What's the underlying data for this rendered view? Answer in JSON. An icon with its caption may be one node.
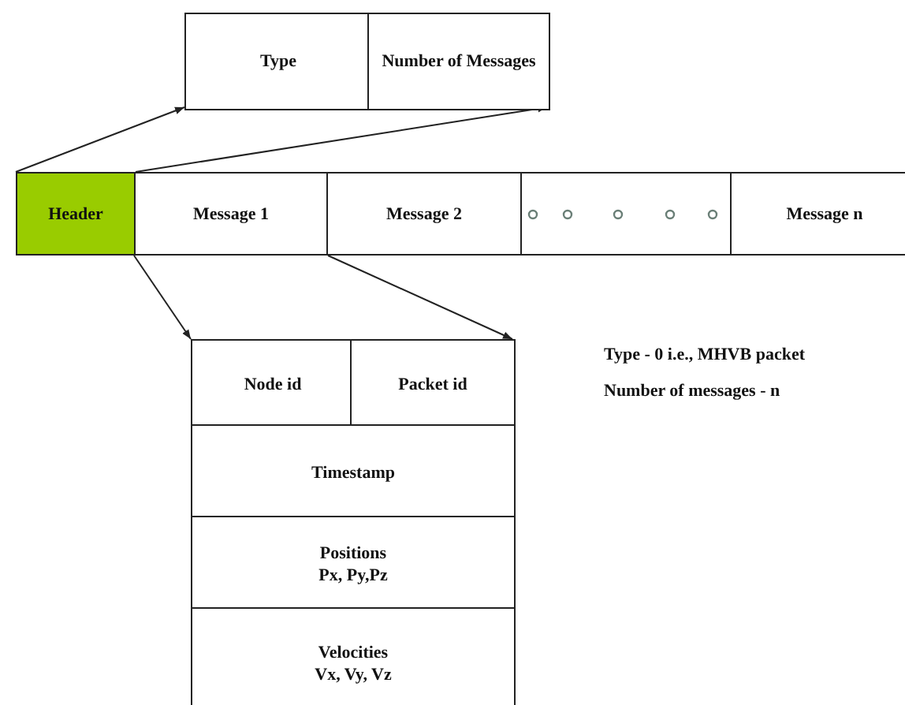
{
  "diagram": {
    "nodes": [
      {
        "text": [
          "Header"
        ]
      },
      {
        "text": [
          "Message 1"
        ]
      },
      {
        "text": [
          "Message 2"
        ]
      },
      {
        "text": [],
        "shape": "box"
      },
      {
        "text": [
          "Message n"
        ]
      },
      {
        "text": [],
        "shape": "box"
      },
      {
        "text": [
          "Type"
        ],
        "in": 5
      },
      {
        "text": [
          "Number of Messages"
        ],
        "in": 5
      },
      {
        "text": [],
        "shape": "box"
      },
      {
        "text": [
          "Node id"
        ],
        "in": 8
      },
      {
        "text": [
          "Packet id"
        ],
        "in": 8
      },
      {
        "text": [
          "Timestamp"
        ],
        "in": 8
      },
      {
        "text": [
          "Positions",
          "Px, Py,Pz"
        ],
        "in": 8
      },
      {
        "text": [
          "Velocities",
          "Vx, Vy, Vz"
        ],
        "in": 8
      }
    ],
    "edges": [
      {
        "from": 0,
        "to": 5,
        "arrow": "to"
      },
      {
        "from": 0,
        "to": 5,
        "arrow": "to"
      },
      {
        "from": 1,
        "to": 8,
        "arrow": "to"
      },
      {
        "from": 1,
        "to": 8,
        "arrow": "to"
      }
    ],
    "labels": [
      "Type - 0 i.e., MHVB packet",
      "Number of messages - n"
    ]
  }
}
